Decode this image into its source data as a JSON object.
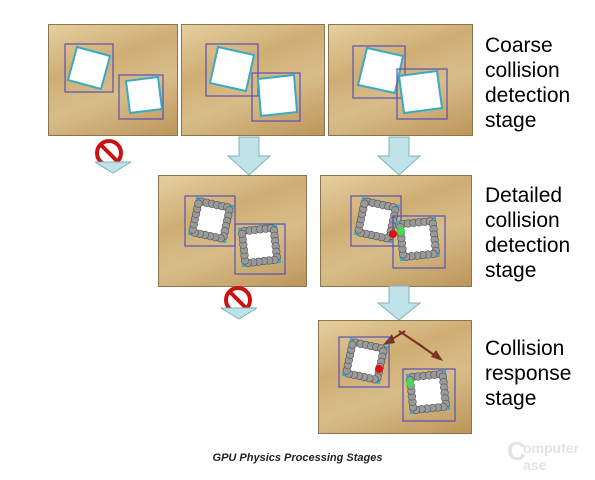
{
  "stages": [
    {
      "id": "coarse",
      "label": "Coarse\ncollision\ndetection\nstage"
    },
    {
      "id": "detailed",
      "label": "Detailed\ncollision\ndetection\nstage"
    },
    {
      "id": "response",
      "label": "Collision\nresponse\nstage"
    }
  ],
  "caption": "GPU Physics Processing Stages",
  "watermark": {
    "line1": "omputer",
    "line2": "ase"
  },
  "icons": {
    "flow_arrow": "down-arrow-icon",
    "rejected": "no-entry-icon"
  },
  "colors": {
    "box_edge": "#3aa9c4",
    "bounding_box": "#5a4fb5",
    "particle": "#9a9a9a",
    "contact_red": "#e01010",
    "contact_green": "#3ee050",
    "arrow_fill": "#bfe3e8",
    "stop_red": "#cc1111",
    "motion_arrow": "#7a3320"
  }
}
